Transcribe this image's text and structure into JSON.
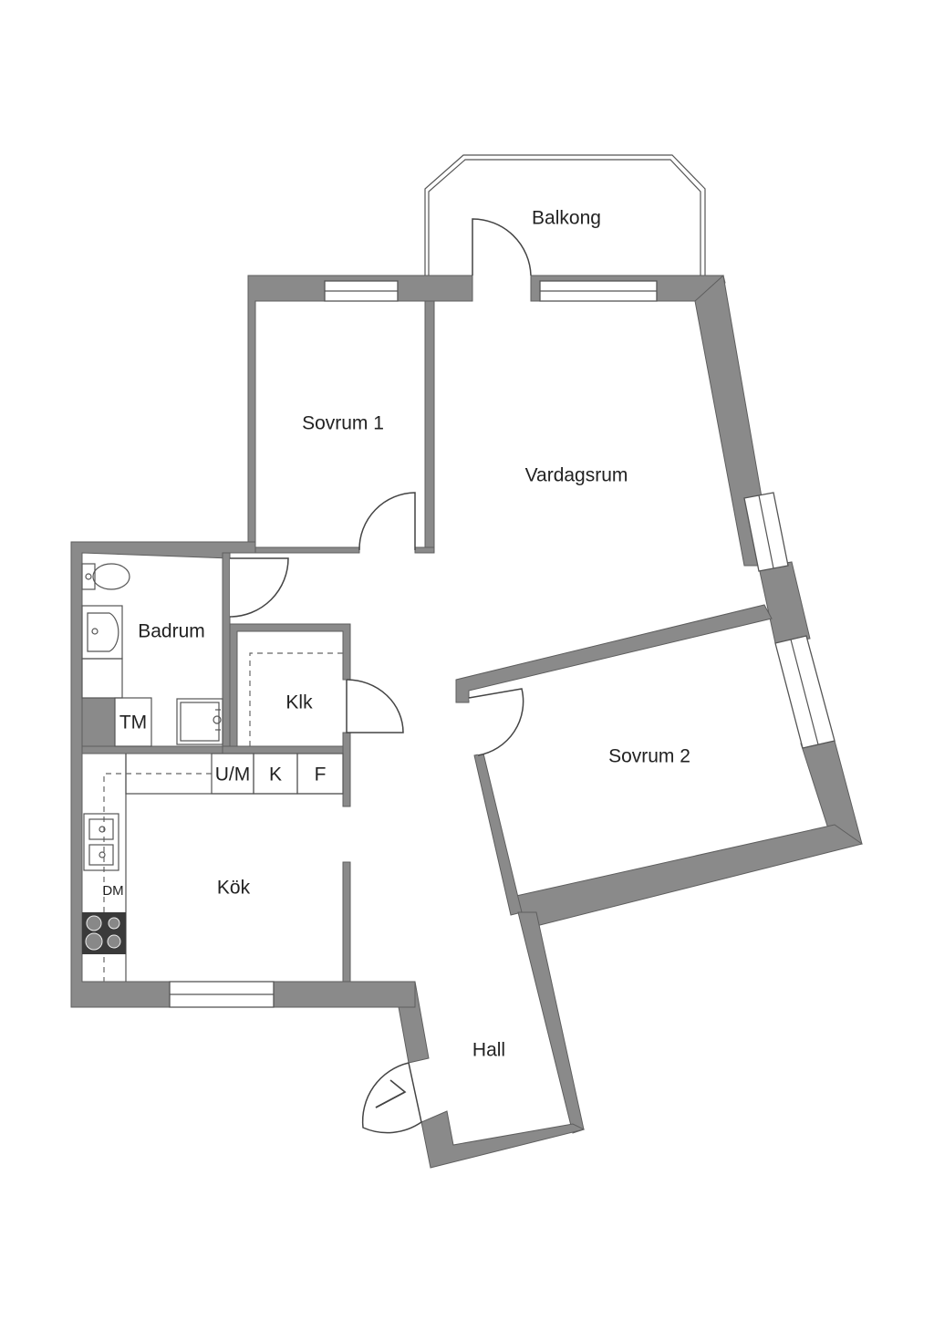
{
  "rooms": {
    "balcony": "Balkong",
    "bedroom1": "Sovrum 1",
    "living": "Vardagsrum",
    "bathroom": "Badrum",
    "closet": "Klk",
    "bedroom2": "Sovrum 2",
    "kitchen": "Kök",
    "hall": "Hall"
  },
  "fixtures": {
    "washing_machine": "TM",
    "washer_dryer": "U/M",
    "fridge": "K",
    "freezer": "F",
    "dishwasher": "DM"
  },
  "colors": {
    "wall": "#8a8a8a",
    "background": "#ffffff",
    "line": "#444444"
  }
}
